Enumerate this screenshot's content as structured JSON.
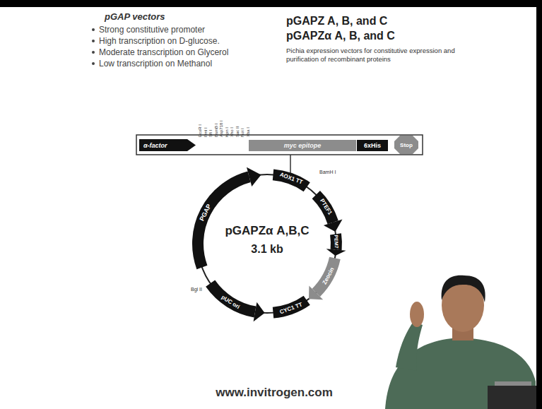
{
  "diagram": {
    "nodes": [
      {
        "text": [
          "α-factor"
        ]
      },
      {
        "text": [
          "myc epitope"
        ]
      },
      {
        "text": [
          "6xHis"
        ]
      },
      {
        "text": [
          "Stop"
        ]
      }
    ],
    "labels": [
      "pGAP vectors",
      "Strong constitutive promoter",
      "High transcription on D-glucose.",
      "Moderate transcription on Glycerol",
      "Low transcription on Methanol",
      "pGAPZ A, B, and C",
      "pGAPZα A, B, and C",
      "Pichia expression vectors for constitutive expression and purification of recombinant proteins",
      "EcoR I",
      "Pml I",
      "Sfi I",
      "BsmB I",
      "Asp718 I",
      "Kpn I",
      "Xho I",
      "Sac II",
      "Not I",
      "Xba I",
      "AOX1 TT",
      "BamH I",
      "PTEF1",
      "PEM7",
      "Zeocin",
      "CYC1 TT",
      "pUC ori",
      "Bgl II",
      "PGAP",
      "pGAPZα A,B,C",
      "3.1 kb",
      "www.invitrogen.com"
    ]
  }
}
